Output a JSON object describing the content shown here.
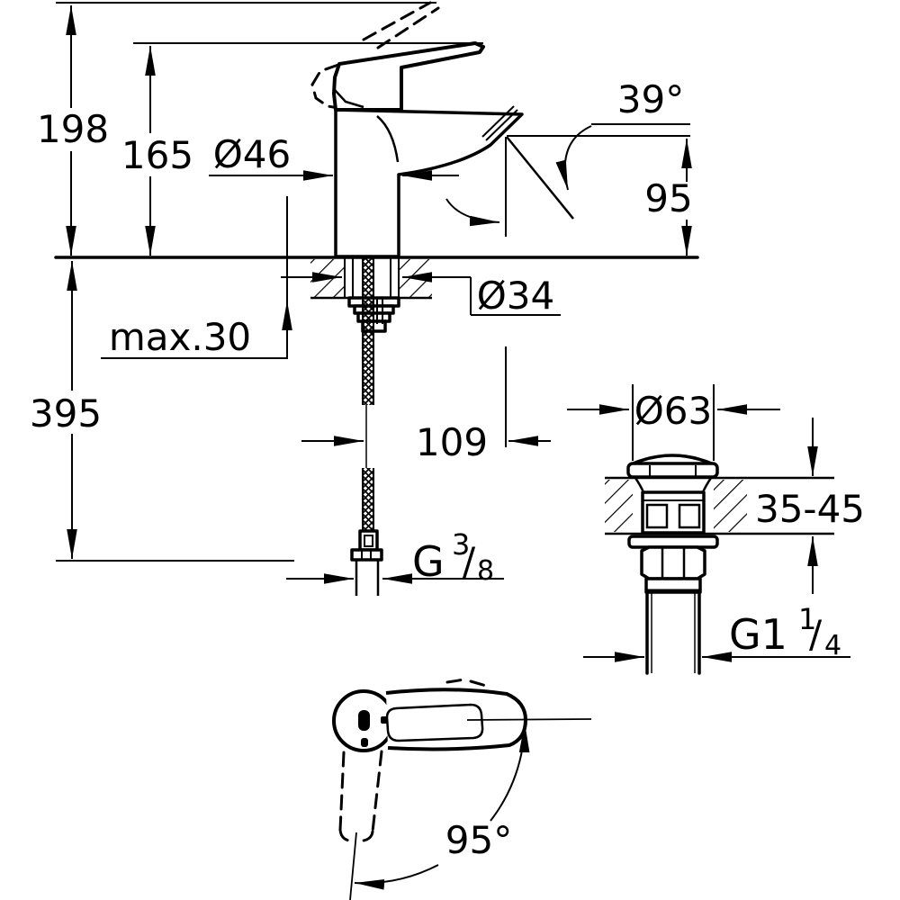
{
  "colors": {
    "line": "#000000",
    "background": "#ffffff"
  },
  "main_view": {
    "height_to_open_handle": "198",
    "height_to_handle_tip": "165",
    "body_width": "Ø46",
    "stream_angle": "39°",
    "spout_outlet_height": "95",
    "max_deck_thickness": "max.30",
    "mounting_hole_diameter": "Ø34",
    "hose_length_below_deck": "395",
    "spout_reach": "109",
    "supply_thread_g": "G",
    "supply_thread_numerator": "3",
    "supply_thread_slash": "/",
    "supply_thread_denominator": "8"
  },
  "waste_view": {
    "cap_diameter": "Ø63",
    "deck_thickness_range": "35-45",
    "waste_thread_g": "G1",
    "waste_thread_numerator": "1",
    "waste_thread_slash": "/",
    "waste_thread_denominator": "4"
  },
  "top_view": {
    "handle_swing_angle": "95°"
  }
}
